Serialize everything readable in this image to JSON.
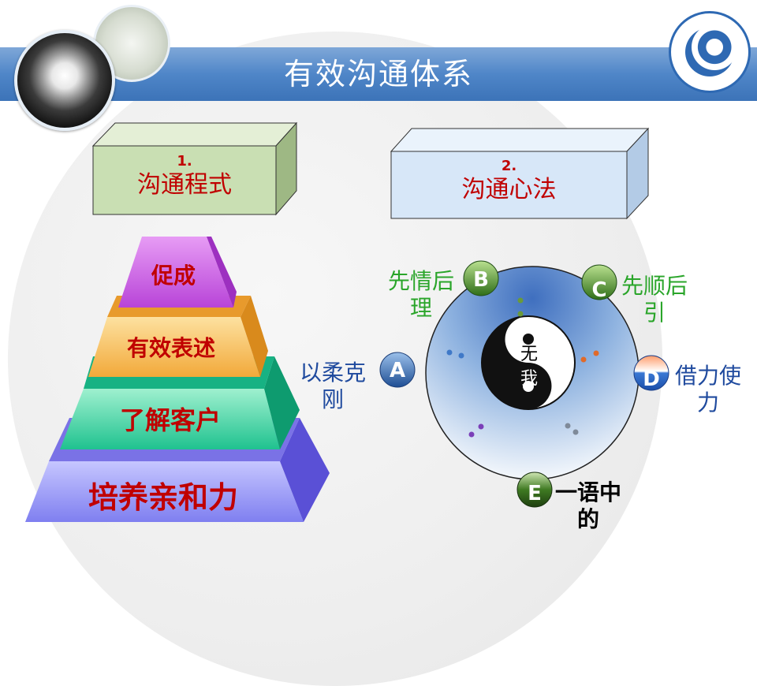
{
  "title": "有效沟通体系",
  "box1": {
    "number": "1.",
    "label": "沟通程式"
  },
  "box2": {
    "number": "2.",
    "label": "沟通心法"
  },
  "pyramid": {
    "level1": "促成",
    "level2": "有效表述",
    "level3": "了解客户",
    "level4": "培养亲和力"
  },
  "circle": {
    "center_text": "无我"
  },
  "badges": {
    "a": {
      "letter": "A",
      "text": "以柔克刚"
    },
    "b": {
      "letter": "B",
      "text": "先情后理"
    },
    "c": {
      "letter": "C",
      "text": "先顺后引"
    },
    "d": {
      "letter": "D",
      "text": "借力使力"
    },
    "e": {
      "letter": "E",
      "text": "一语中的"
    }
  },
  "colors": {
    "title_bar": "#4f86c8",
    "label_red": "#c00000",
    "label_green": "#2aa52a",
    "label_blue": "#1f4a9e"
  }
}
